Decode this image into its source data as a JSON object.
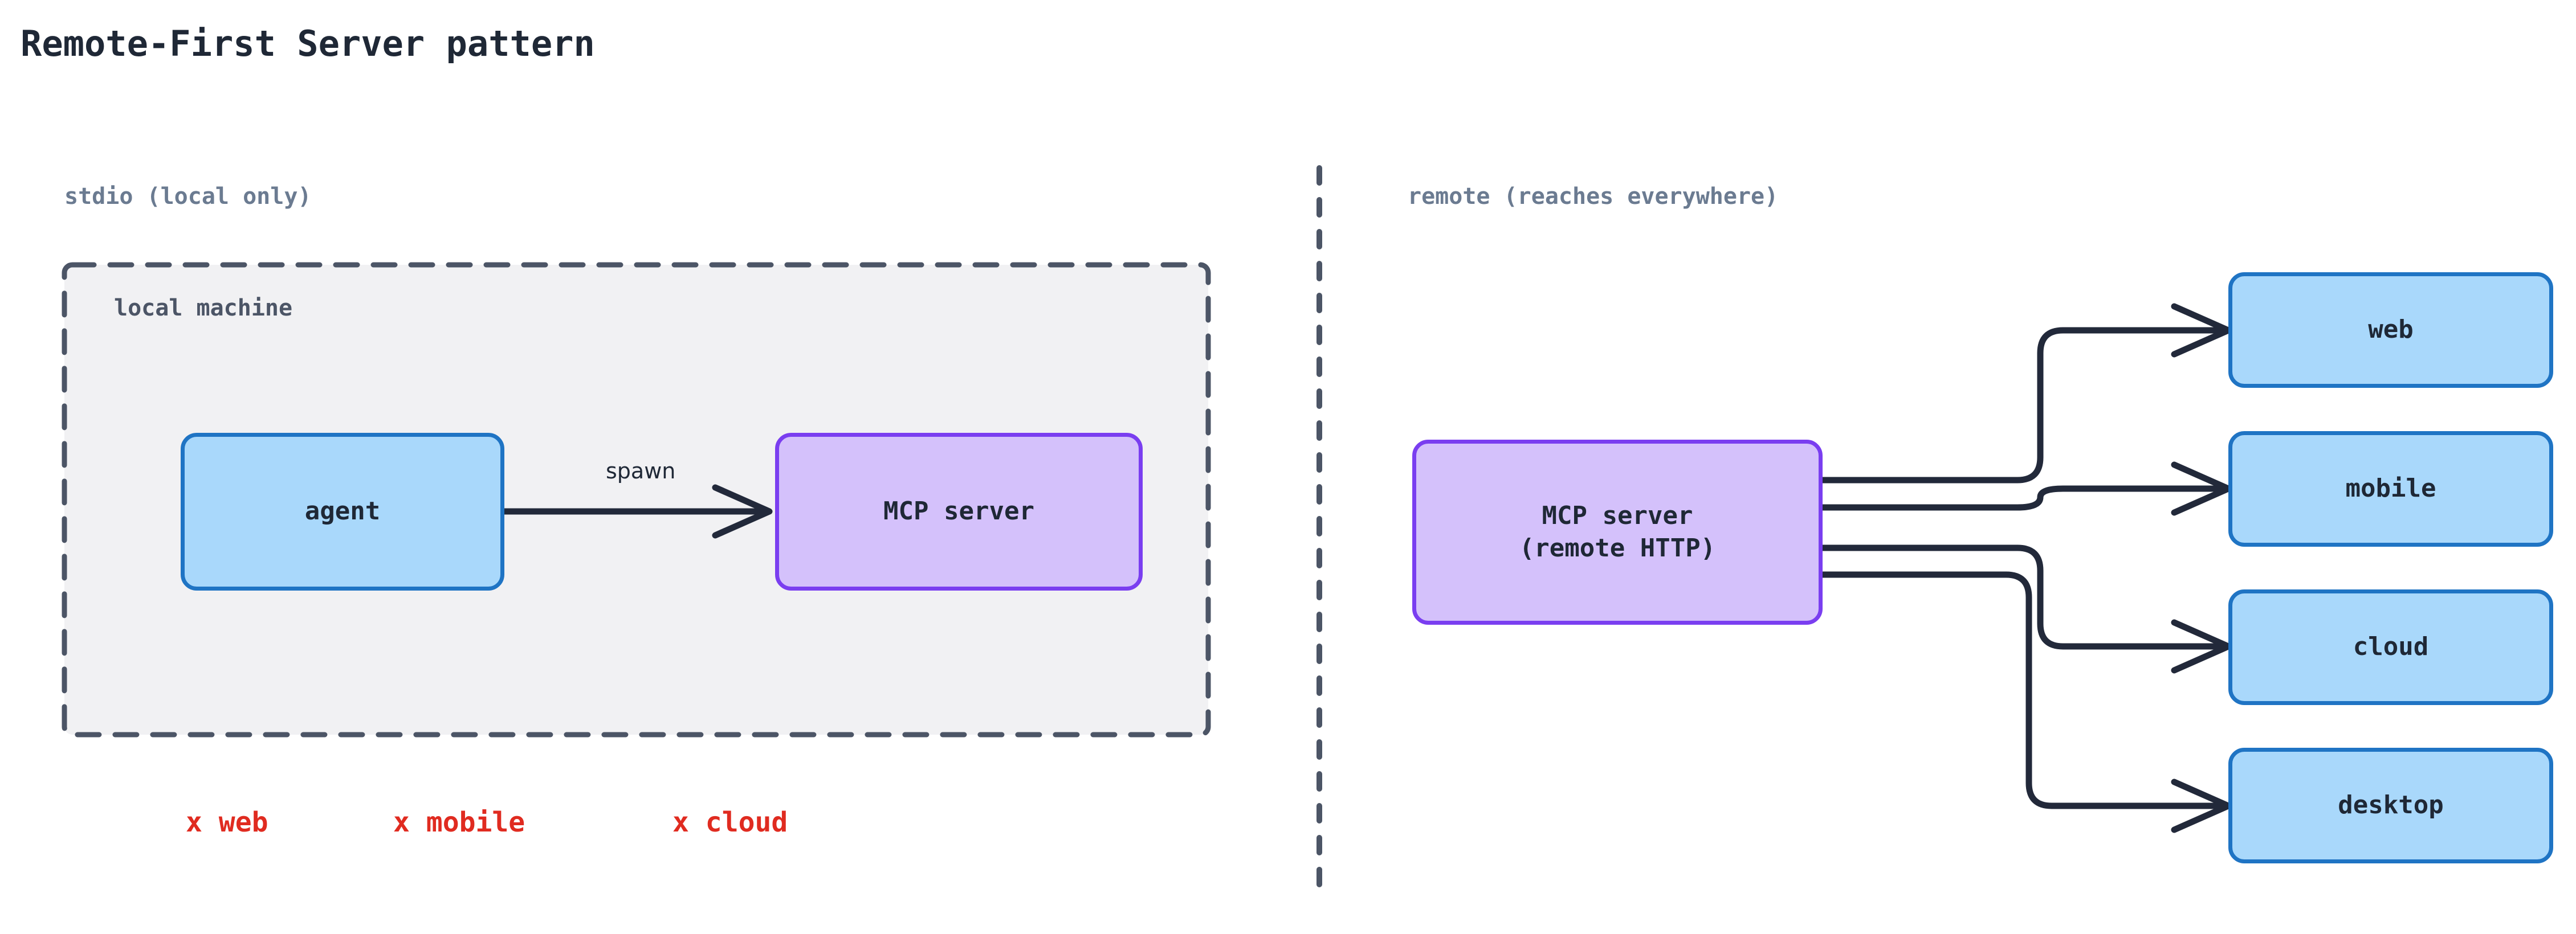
{
  "page": {
    "title": "Remote-First Server pattern",
    "background": "#ffffff"
  },
  "colors": {
    "title_text": "#1f2836",
    "section_label": "#6b7b91",
    "cluster_label": "#4c5566",
    "cluster_fill": "#f1f1f3",
    "cluster_border": "#4c5566",
    "node_blue_fill": "#a9d8fb",
    "node_blue_border": "#1f74c4",
    "node_purple_fill": "#d4c1fb",
    "node_purple_border": "#7a3ef0",
    "edge_stroke": "#22293a",
    "negative_marker": "#e02b20",
    "divider": "#4c5566"
  },
  "left_panel": {
    "section_label": "stdio (local only)",
    "cluster_label": "local machine",
    "nodes": [
      {
        "id": "agent",
        "label": "agent",
        "style": "blue"
      },
      {
        "id": "mcp-local",
        "label": "MCP server",
        "style": "purple"
      }
    ],
    "edges": [
      {
        "from": "agent",
        "to": "mcp-local",
        "label": "spawn"
      }
    ],
    "unsupported_targets": [
      "x web",
      "x mobile",
      "x cloud"
    ]
  },
  "right_panel": {
    "section_label": "remote (reaches everywhere)",
    "server": {
      "id": "mcp-remote",
      "label_line1": "MCP server",
      "label_line2": "(remote HTTP)",
      "style": "purple"
    },
    "targets": [
      {
        "id": "web",
        "label": "web",
        "style": "blue"
      },
      {
        "id": "mobile",
        "label": "mobile",
        "style": "blue"
      },
      {
        "id": "cloud",
        "label": "cloud",
        "style": "blue"
      },
      {
        "id": "desktop",
        "label": "desktop",
        "style": "blue"
      }
    ]
  }
}
